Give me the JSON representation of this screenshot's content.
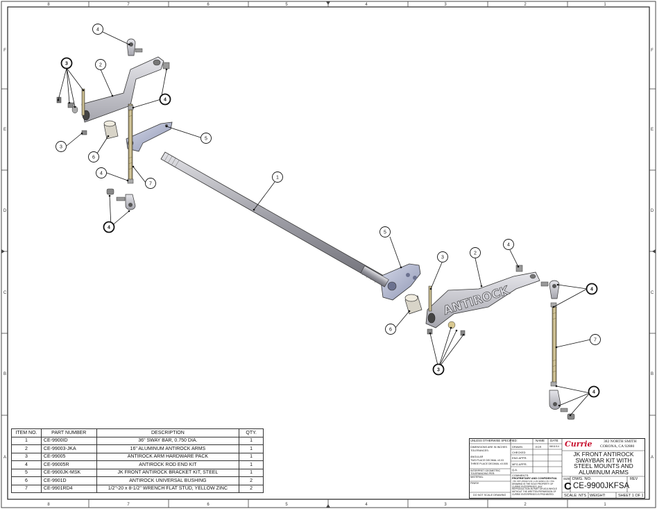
{
  "border": {
    "top_zones": [
      "8",
      "7",
      "6",
      "5",
      "4",
      "3",
      "2",
      "1"
    ],
    "bottom_zones": [
      "8",
      "7",
      "6",
      "5",
      "4",
      "3",
      "2",
      "1"
    ],
    "left_zones": [
      "F",
      "E",
      "D",
      "C",
      "B",
      "A"
    ],
    "right_zones": [
      "F",
      "E",
      "D",
      "C",
      "B",
      "A"
    ]
  },
  "balloons": [
    "1",
    "2",
    "2",
    "3",
    "3",
    "3",
    "3",
    "4",
    "4",
    "4",
    "4",
    "4",
    "4",
    "5",
    "5",
    "6",
    "6",
    "7",
    "7"
  ],
  "decal_text": "ANTIROCK",
  "bom": {
    "headers": [
      "ITEM NO.",
      "PART NUMBER",
      "DESCRIPTION",
      "QTY."
    ],
    "rows": [
      [
        "1",
        "CE-9900ID",
        "36\" SWAY BAR, 0.750 DIA.",
        "1"
      ],
      [
        "2",
        "CE-99003-JKA",
        "16\" ALUMINUM ANTIROCK ARMS",
        "1"
      ],
      [
        "3",
        "CE-99005",
        "ANTIROCK ARM HARDWARE PACK",
        "1"
      ],
      [
        "4",
        "CE-99005R",
        "ANTIROCK ROD END KIT",
        "1"
      ],
      [
        "5",
        "CE-9900JK-MSK",
        "JK FRONT ANTIROCK BRACKET KIT, STEEL",
        "1"
      ],
      [
        "6",
        "CE-9901D",
        "ANTIROCK UNIVERSAL BUSHING",
        "2"
      ],
      [
        "7",
        "CE-9901RD4",
        "1/2\"-20 x 8-1/2\" WRENCH FLAT STUD, YELLOW ZINC",
        "2"
      ]
    ]
  },
  "title_block": {
    "unless_specified": "UNLESS OTHERWISE SPECIFIED:",
    "name_col": "NAME",
    "date_col": "DATE",
    "dimensions": "DIMENSIONS ARE IN INCHES",
    "tolerances": "TOLERANCES:",
    "angular": "ANGULAR",
    "two_place": "TWO PLACE DECIMAL ±0.03",
    "three_place": "THREE PLACE DECIMAL ±0.005",
    "interpret": "INTERPRET GEOMETRIC TOLERANCING PER:",
    "material": "MATERIAL",
    "finish": "FINISH",
    "do_not_scale": "DO NOT SCALE DRAWING",
    "drawn": "DRAWN",
    "drawn_by": "ECR",
    "drawn_date": "08/11/14",
    "checked": "CHECKED",
    "eng_appr": "ENG APPR.",
    "mfg_appr": "MFG APPR.",
    "qa": "Q.A.",
    "comments": "COMMENTS:",
    "proprietary": "PROPRIETARY AND CONFIDENTIAL",
    "proprietary_body": "THE INFORMATION CONTAINED IN THIS DRAWING IS THE SOLE PROPERTY OF CURRIE ENTERPRISES. ANY REPRODUCTION IN PART OR AS A WHOLE WITHOUT THE WRITTEN PERMISSION OF CURRIE ENTERPRISES IS PROHIBITED.",
    "logo": "Currie",
    "address1": "382 NORTH SMITH",
    "address2": "CORONA, CA 92880",
    "title_lines": [
      "JK FRONT ANTIROCK",
      "SWAYBAR KIT WITH",
      "STEEL MOUNTS AND",
      "ALUMINUM ARMS"
    ],
    "size_label": "SIZE",
    "size": "C",
    "dwg_no_label": "DWG. NO.",
    "dwg_no": "CE-9900JKFSA",
    "rev_label": "REV",
    "scale": "SCALE: NTS",
    "weight": "WEIGHT:",
    "sheet": "SHEET 1 OF 1"
  },
  "colors": {
    "line": "#222222",
    "part_fill": "#c9c9cf",
    "bracket_fill": "#aeb4cc",
    "thread_fill": "#b8a878",
    "logo_red": "#c8102e"
  }
}
